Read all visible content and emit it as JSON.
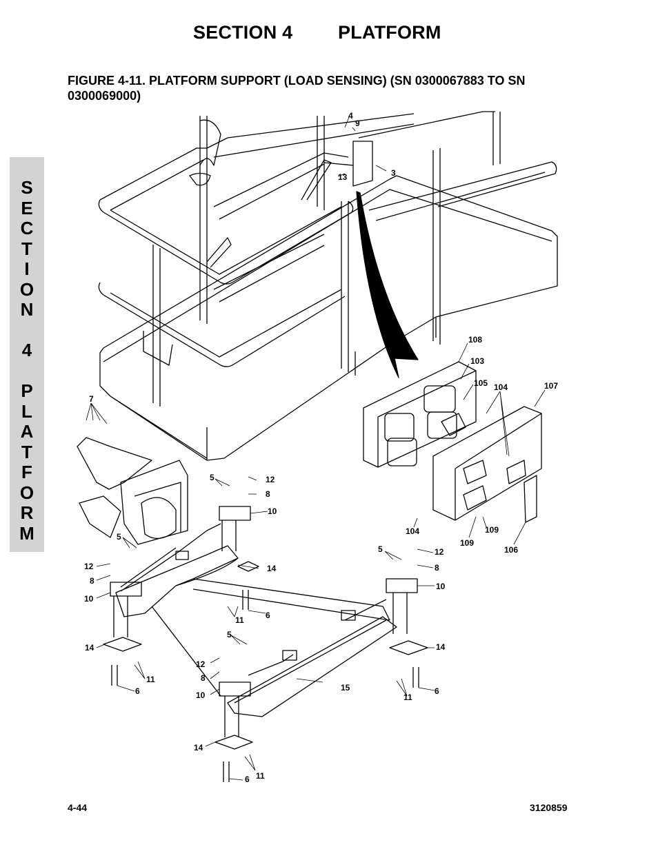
{
  "header": {
    "section": "SECTION 4",
    "title": "PLATFORM"
  },
  "figure": {
    "title": "FIGURE 4-11. PLATFORM SUPPORT (LOAD SENSING) (SN 0300067883 TO SN 0300069000)"
  },
  "side_tab": {
    "letters": [
      "S",
      "E",
      "C",
      "T",
      "I",
      "O",
      "N",
      "",
      "4",
      "",
      "P",
      "L",
      "A",
      "T",
      "F",
      "O",
      "R",
      "M"
    ]
  },
  "callouts": [
    {
      "id": "c4",
      "text": "4"
    },
    {
      "id": "c9",
      "text": "9"
    },
    {
      "id": "c3",
      "text": "3"
    },
    {
      "id": "c13",
      "text": "13"
    },
    {
      "id": "c108",
      "text": "108"
    },
    {
      "id": "c103",
      "text": "103"
    },
    {
      "id": "c105",
      "text": "105"
    },
    {
      "id": "c104a",
      "text": "104"
    },
    {
      "id": "c107",
      "text": "107"
    },
    {
      "id": "c7",
      "text": "7"
    },
    {
      "id": "c5a",
      "text": "5"
    },
    {
      "id": "c12a",
      "text": "12"
    },
    {
      "id": "c8a",
      "text": "8"
    },
    {
      "id": "c10a",
      "text": "10"
    },
    {
      "id": "c5b",
      "text": "5"
    },
    {
      "id": "c14a",
      "text": "14"
    },
    {
      "id": "c12b",
      "text": "12"
    },
    {
      "id": "c8b",
      "text": "8"
    },
    {
      "id": "c10b",
      "text": "10"
    },
    {
      "id": "c11a",
      "text": "11"
    },
    {
      "id": "c6a",
      "text": "6"
    },
    {
      "id": "c104b",
      "text": "104"
    },
    {
      "id": "c109a",
      "text": "109"
    },
    {
      "id": "c109b",
      "text": "109"
    },
    {
      "id": "c106",
      "text": "106"
    },
    {
      "id": "c5c",
      "text": "5"
    },
    {
      "id": "c12c",
      "text": "12"
    },
    {
      "id": "c8c",
      "text": "8"
    },
    {
      "id": "c10c",
      "text": "10"
    },
    {
      "id": "c14b",
      "text": "14"
    },
    {
      "id": "c11b",
      "text": "11"
    },
    {
      "id": "c6b",
      "text": "6"
    },
    {
      "id": "c5d",
      "text": "5"
    },
    {
      "id": "c12d",
      "text": "12"
    },
    {
      "id": "c8d",
      "text": "8"
    },
    {
      "id": "c10d",
      "text": "10"
    },
    {
      "id": "c15",
      "text": "15"
    },
    {
      "id": "c14c",
      "text": "14"
    },
    {
      "id": "c11c",
      "text": "11"
    },
    {
      "id": "c6c",
      "text": "6"
    },
    {
      "id": "c14d",
      "text": "14"
    },
    {
      "id": "c11d",
      "text": "11"
    },
    {
      "id": "c6d",
      "text": "6"
    }
  ],
  "footer": {
    "page": "4-44",
    "doc_number": "3120859"
  }
}
